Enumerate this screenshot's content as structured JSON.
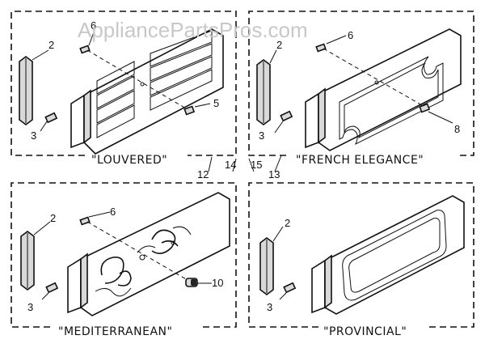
{
  "watermark": "AppliancePartsPros.com",
  "panels": [
    {
      "caption": "\"LOUVERED\""
    },
    {
      "caption": "\"FRENCH ELEGANCE\""
    },
    {
      "caption": "\"MEDITERRANEAN\""
    },
    {
      "caption": "\"PROVINCIAL\""
    }
  ],
  "callouts": {
    "p1": [
      "2",
      "6",
      "3",
      "5"
    ],
    "p2": [
      "2",
      "6",
      "3",
      "8"
    ],
    "p3": [
      "2",
      "6",
      "3",
      "10"
    ],
    "p4": [
      "2",
      "3"
    ],
    "middle": [
      "12",
      "14",
      "15",
      "13"
    ]
  }
}
